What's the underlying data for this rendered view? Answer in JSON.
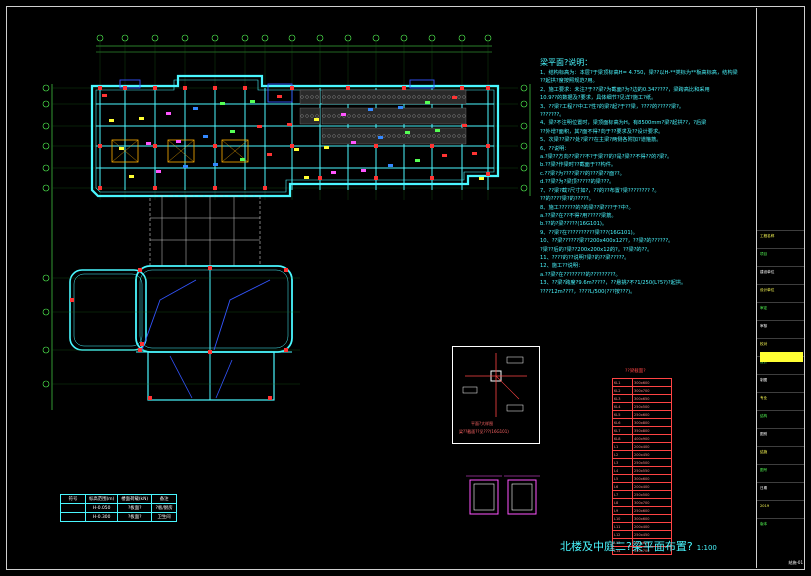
{
  "drawing_title": "北楼及中庭二?梁平面布置?",
  "drawing_scale": "1:100",
  "notes_heading": "梁平面?说明：",
  "notes": [
    "1、结构标高为：本层?于梁顶标高H= 4.750，梁??以H-**类标为**板高标高，结构梁",
    "   ??起拱?度按照规范?用。",
    "2、施工要求：未注?于??梁?为截面?为?边的0.34?????，梁跨高比和采用",
    "   10.9??的数据及?要求，具体细节?见详?施工?纸。",
    "3、??梁?工程??中工?性?的梁?起?于??梁，????的?????梁?。",
    "   ???????。",
    "4、梁?不注明位置时，梁顶面标高为H。有8500mm?梁?起拱??，?后梁",
    "   ??外增?面积，其?面不得?向于??要求及??设计要求。",
    "5、次梁??梁??处?梁??在主梁?两侧各附加?道箍筋。",
    "6、??说明：",
    "   a.?梁??方向??梁??不?于梁??的?是?梁??不得??的?梁?。",
    "   b.??梁?作梁时??截面于??构件。",
    "   c.??梁?为????梁??的???梁??面??。",
    "   d.??梁?为?梁顶?????的梁???。",
    "7、??梁?截?尺寸如?，??的??布置?梁???????? ?。",
    "   ??的????梁?的?????。",
    "8、施工??????的?的梁??梁???于?中?。",
    "   a.??梁?在??不得?用?????梁筋。",
    "   b.??的?梁?????(16G101)。",
    "9、??梁?在??????????梁???(16G101)。",
    "10、??梁??????梁??200x400x12??，??梁?的??????。",
    "    ?梁??后的?梁??200x200x12的?。??梁?的??。",
    "11、????的??说明?梁?的??梁?????。",
    "12、施工??说明：",
    "    a.??梁?在????????的?????????。",
    "13、??梁?跨度?9.6m?????，??悬挑?不?1/250(L?5?)?起拱。",
    "    ????12m????，????L/500(???按???)。"
  ],
  "section_detail_title": "平面?大样图",
  "section_detail_note": "梁??截面??见???(16G101)",
  "schedule_heading": "??梁截面?",
  "schedule_rows": [
    [
      "KL1",
      "300x600"
    ],
    [
      "KL2",
      "300x700"
    ],
    [
      "KL3",
      "300x650"
    ],
    [
      "KL4",
      "250x500"
    ],
    [
      "KL5",
      "250x600"
    ],
    [
      "KL6",
      "300x800"
    ],
    [
      "KL7",
      "350x800"
    ],
    [
      "KL8",
      "400x900"
    ],
    [
      "L1",
      "200x400"
    ],
    [
      "L2",
      "200x450"
    ],
    [
      "L3",
      "250x500"
    ],
    [
      "L4",
      "250x550"
    ],
    [
      "L5",
      "300x600"
    ],
    [
      "L6",
      "200x400"
    ],
    [
      "L7",
      "250x500"
    ],
    [
      "L8",
      "300x700"
    ],
    [
      "L9",
      "250x600"
    ],
    [
      "L10",
      "300x600"
    ],
    [
      "L11",
      "200x400"
    ],
    [
      "L12",
      "250x450"
    ],
    [
      "L13",
      "300x650"
    ],
    [
      "L14",
      "350x700"
    ]
  ],
  "legend_table": {
    "headers": [
      "符号",
      "标高范围(m)",
      "楼面荷载(kN)",
      "备注"
    ],
    "rows": [
      [
        "",
        "H-0.050",
        "?板面?",
        "?板/厨房"
      ],
      [
        "",
        "H-0.300",
        "?板面?",
        "卫生间"
      ]
    ]
  },
  "titleblock": {
    "rows": [
      "工程名称",
      "项目",
      "建设单位",
      "设计单位",
      "审定",
      "审核",
      "校对",
      "设计",
      "制图",
      "专业",
      "结构",
      "图别",
      "结施",
      "图号",
      "日期",
      "2019",
      "版本"
    ],
    "drawing_number": "结施-01"
  },
  "colors": {
    "background": "#000000",
    "notes_text": "#4af7ff",
    "beam": "#4af7ff",
    "beam_alt": "#ff3333",
    "column": "#ff3333",
    "hatch": "#ffffff",
    "axis": "#55ff55",
    "highlight": "#ffff33"
  }
}
